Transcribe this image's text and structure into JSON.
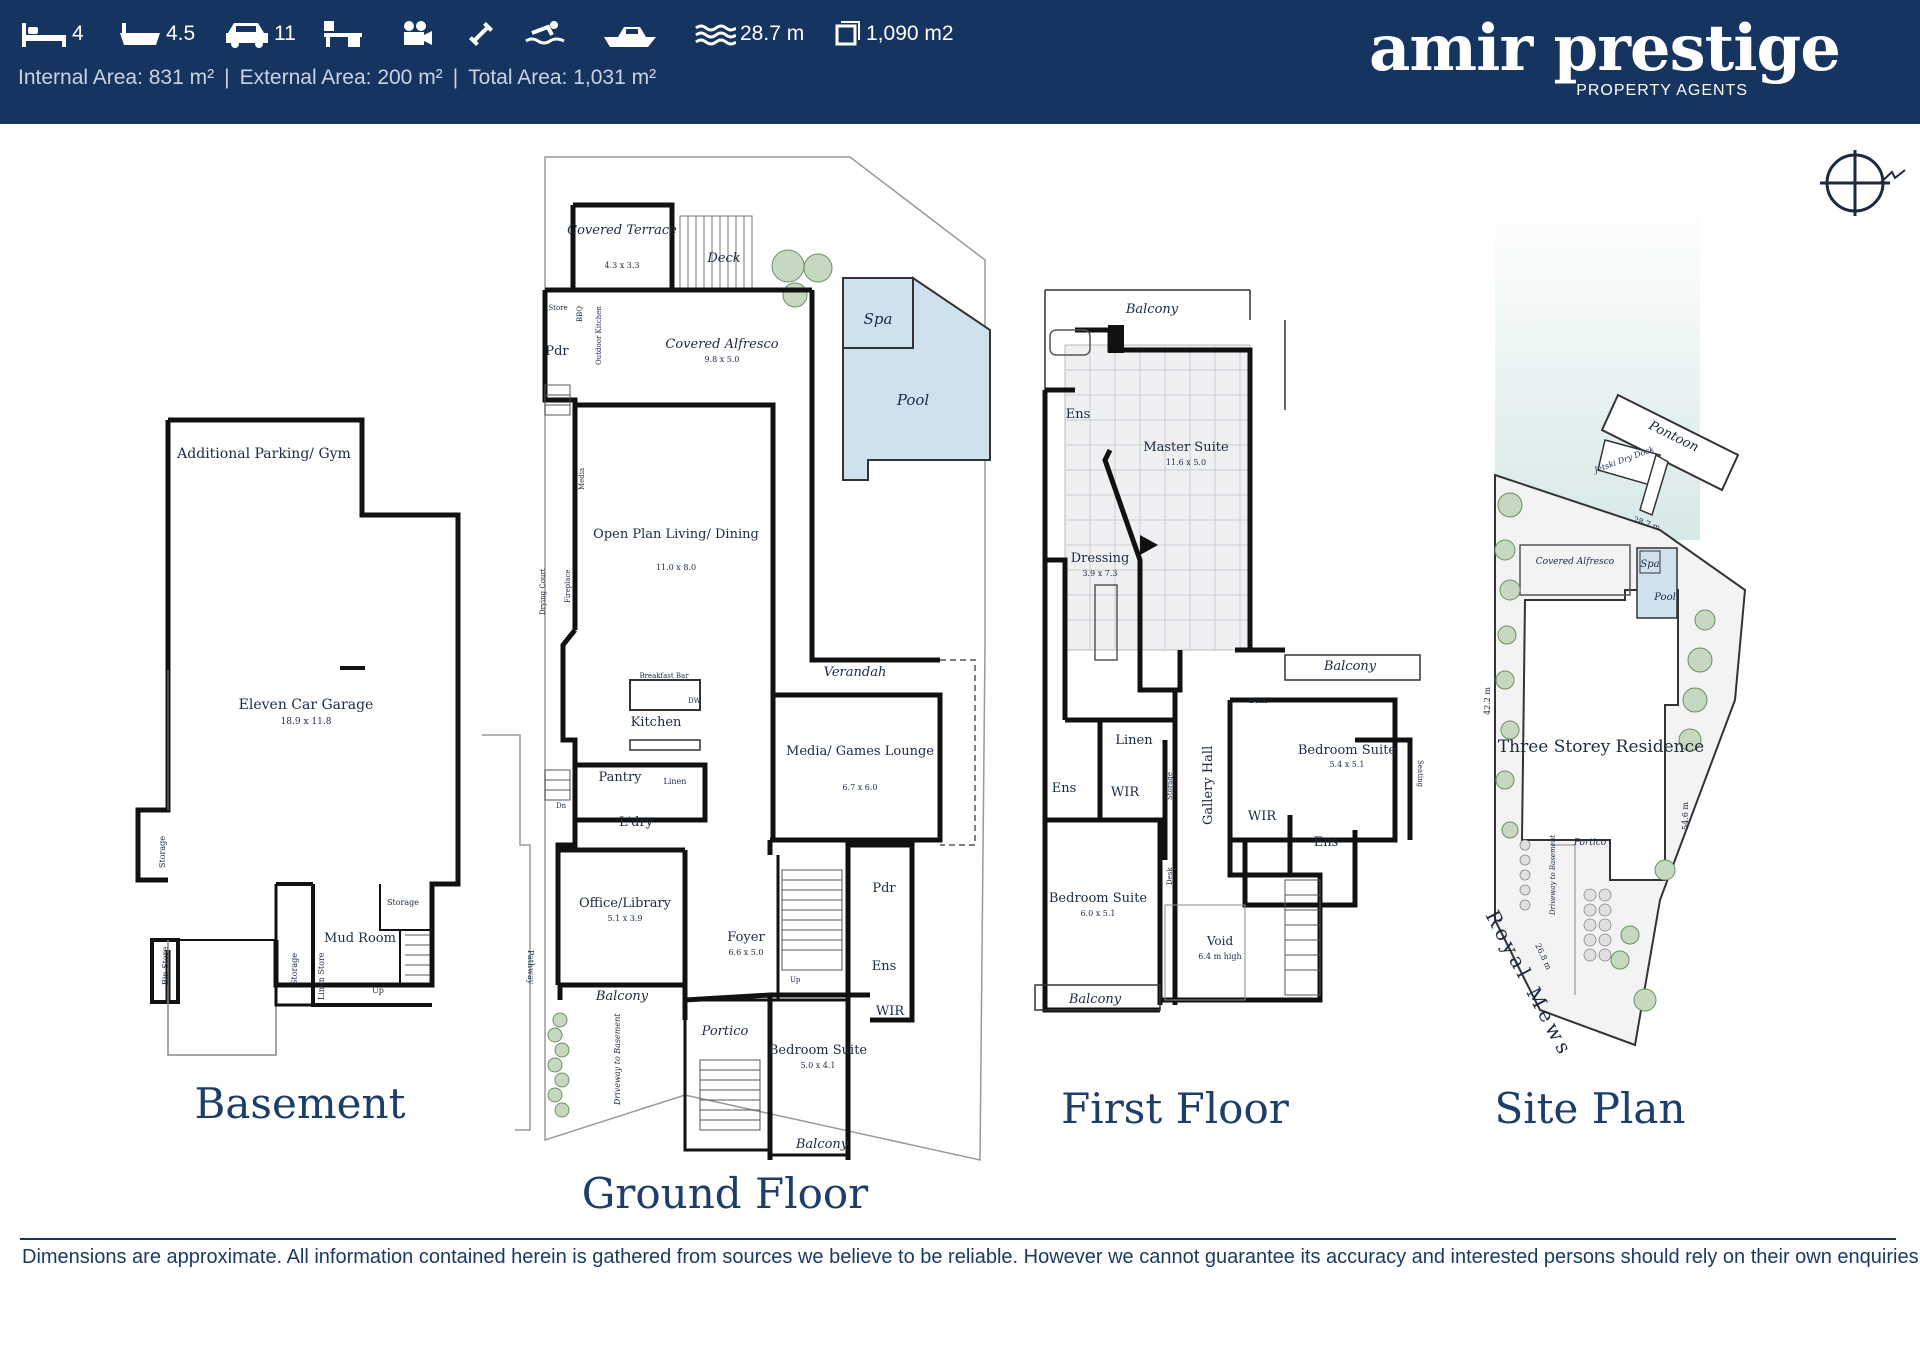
{
  "header": {
    "stats": [
      {
        "icon": "bed-icon",
        "value": "4"
      },
      {
        "icon": "bath-icon",
        "value": "4.5"
      },
      {
        "icon": "car-icon",
        "value": "11"
      },
      {
        "icon": "study-icon",
        "value": ""
      },
      {
        "icon": "cinema-icon",
        "value": ""
      },
      {
        "icon": "gym-icon",
        "value": ""
      },
      {
        "icon": "pool-icon",
        "value": ""
      },
      {
        "icon": "boat-icon",
        "value": ""
      },
      {
        "icon": "water-frontage-icon",
        "value": "28.7 m"
      },
      {
        "icon": "land-area-icon",
        "value": "1,090 m2"
      }
    ],
    "areas": {
      "internal": "Internal Area:  831 m²",
      "external": "External Area: 200 m²",
      "total": "Total Area: 1,031 m²",
      "separator": "|"
    },
    "brand_name": "amir prestige",
    "brand_sub": "PROPERTY AGENTS",
    "colors": {
      "navy": "#163460",
      "pool": "#cfe1ec"
    }
  },
  "plans": {
    "basement": {
      "title": "Basement",
      "rooms": {
        "parking": "Additional Parking/ Gym",
        "garage": "Eleven Car Garage",
        "garage_dim": "18.9 x 11.8",
        "mud": "Mud Room",
        "storage": "Storage",
        "storage2": "Storage",
        "storage3": "Storage",
        "linen": "Linen Store",
        "bin": "Bin Store",
        "up": "Up"
      }
    },
    "ground": {
      "title": "Ground Floor",
      "rooms": {
        "covered_terrace": "Covered Terrace",
        "covered_terrace_dim": "4.3 x 3.3",
        "deck": "Deck",
        "spa": "Spa",
        "pool": "Pool",
        "store": "Store",
        "bbq": "BBQ",
        "outdoor_kitchen": "Outdoor Kitchen",
        "pdr": "Pdr",
        "covered_alfresco": "Covered Alfresco",
        "covered_alfresco_dim": "9.8 x 5.0",
        "media_unit": "Media",
        "open_plan": "Open Plan Living/ Dining",
        "open_plan_dim": "11.0 x 8.0",
        "fireplace": "Fireplace",
        "drying_court": "Drying Court",
        "breakfast_bar": "Breakfast Bar",
        "dw": "DW",
        "kitchen": "Kitchen",
        "verandah": "Verandah",
        "media_lounge": "Media/ Games Lounge",
        "media_lounge_dim": "6.7 x 6.0",
        "pantry": "Pantry",
        "linen": "Linen",
        "ldry": "L'dry",
        "dn": "Dn",
        "office": "Office/Library",
        "office_dim": "5.1 x 3.9",
        "foyer": "Foyer",
        "foyer_dim": "6.6 x 5.0",
        "pdr2": "Pdr",
        "ens": "Ens",
        "wir": "WIR",
        "balcony": "Balcony",
        "portico": "Portico",
        "bedroom": "Bedroom Suite",
        "bedroom_dim": "5.0 x 4.1",
        "balcony2": "Balcony",
        "pathway": "Pathway",
        "driveway": "Driveway to Basement",
        "up": "Up"
      }
    },
    "first": {
      "title": "First Floor",
      "rooms": {
        "balcony_top": "Balcony",
        "ens": "Ens",
        "master": "Master Suite",
        "master_dim": "11.6 x 5.0",
        "dressing": "Dressing",
        "dressing_dim": "3.9 x 7.3",
        "balcony_right": "Balcony",
        "desk": "Desk",
        "bedroom_right": "Bedroom Suite",
        "bedroom_right_dim": "5.4 x 5.1",
        "seating": "Seating",
        "linen": "Linen",
        "ens2": "Ens",
        "wir": "WIR",
        "storage": "Storage",
        "gallery": "Gallery Hall",
        "wir2": "WIR",
        "ens3": "Ens",
        "desk2": "Desk",
        "bedroom_left": "Bedroom Suite",
        "bedroom_left_dim": "6.0 x 5.1",
        "void": "Void",
        "void_dim": "6.4 m high",
        "balcony_bottom": "Balcony"
      }
    },
    "site": {
      "title": "Site Plan",
      "labels": {
        "pontoon": "Pontoon",
        "jetski": "Jetski Dry Dock",
        "frontage": "28.7 m",
        "covered_alfresco": "Covered Alfresco",
        "spa": "Spa",
        "pool": "Pool",
        "side_left": "42.2 m",
        "residence": "Three Storey Residence",
        "side_right": "54.6 m",
        "portico": "Portico",
        "driveway": "Driveway to Basement",
        "street_front": "26.8 m",
        "street": "Royal Mews"
      }
    }
  },
  "footer": {
    "disclaimer": "Dimensions are approximate.  All information contained herein is gathered from sources we believe to be reliable.  However we cannot guarantee its accuracy and interested persons should rely on their own enquiries."
  }
}
